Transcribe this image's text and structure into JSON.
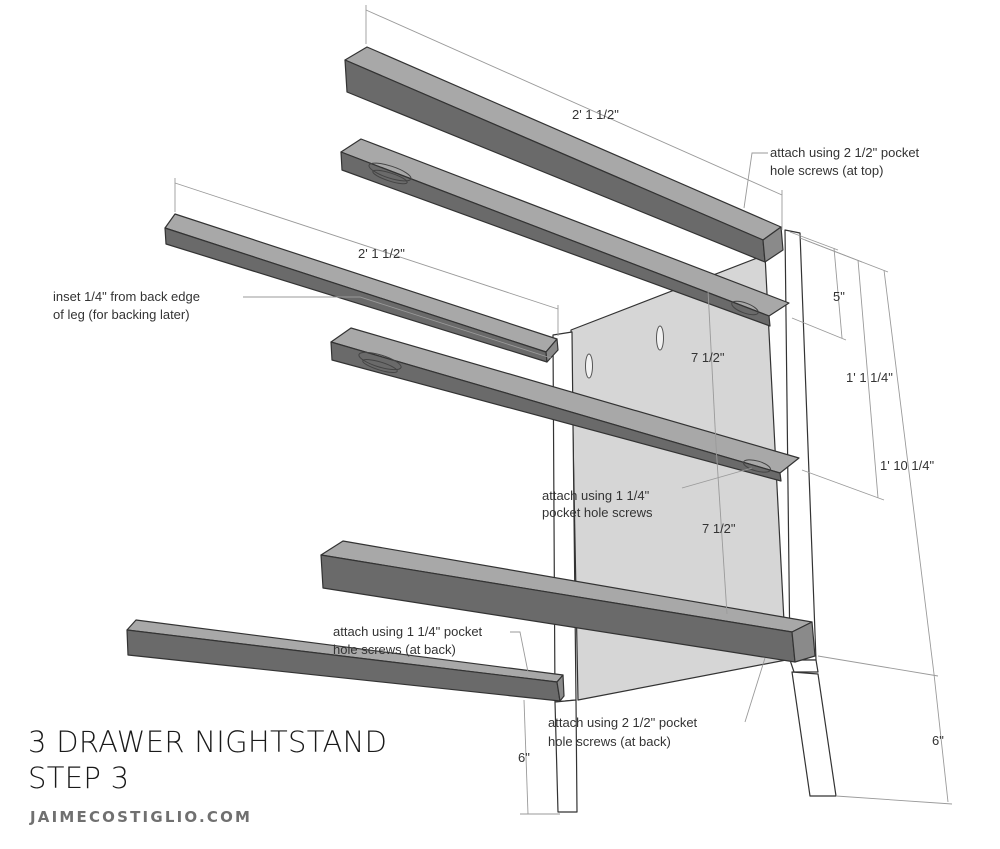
{
  "title": {
    "line1": "3 DRAWER NIGHTSTAND",
    "line2": "STEP 3"
  },
  "brand": "JAIMECOSTIGLIO.COM",
  "dimensions": {
    "top_rail_length": "2' 1 1/2\"",
    "side_rail_length": "2' 1 1/2\"",
    "rail_gap_5": "5\"",
    "rail_gap_upper": "7 1/2\"",
    "rail_gap_lower": "7 1/2\"",
    "height_1_1_1_4": "1' 1 1/4\"",
    "height_1_10_1_4": "1' 10 1/4\"",
    "leg_right": "6\"",
    "leg_left": "6\""
  },
  "annotations": {
    "top_screws_l1": "attach using 2 1/2\" pocket",
    "top_screws_l2": "hole screws (at top)",
    "inset_l1": "inset 1/4\" from back edge",
    "inset_l2": "of leg (for backing later)",
    "mid_screws_l1": "attach using 1 1/4\"",
    "mid_screws_l2": "pocket hole screws",
    "back_screws_small_l1": "attach using 1 1/4\" pocket",
    "back_screws_small_l2": "hole screws (at back)",
    "back_screws_large_l1": "attach using 2 1/2\" pocket",
    "back_screws_large_l2": "hole screws (at back)"
  }
}
